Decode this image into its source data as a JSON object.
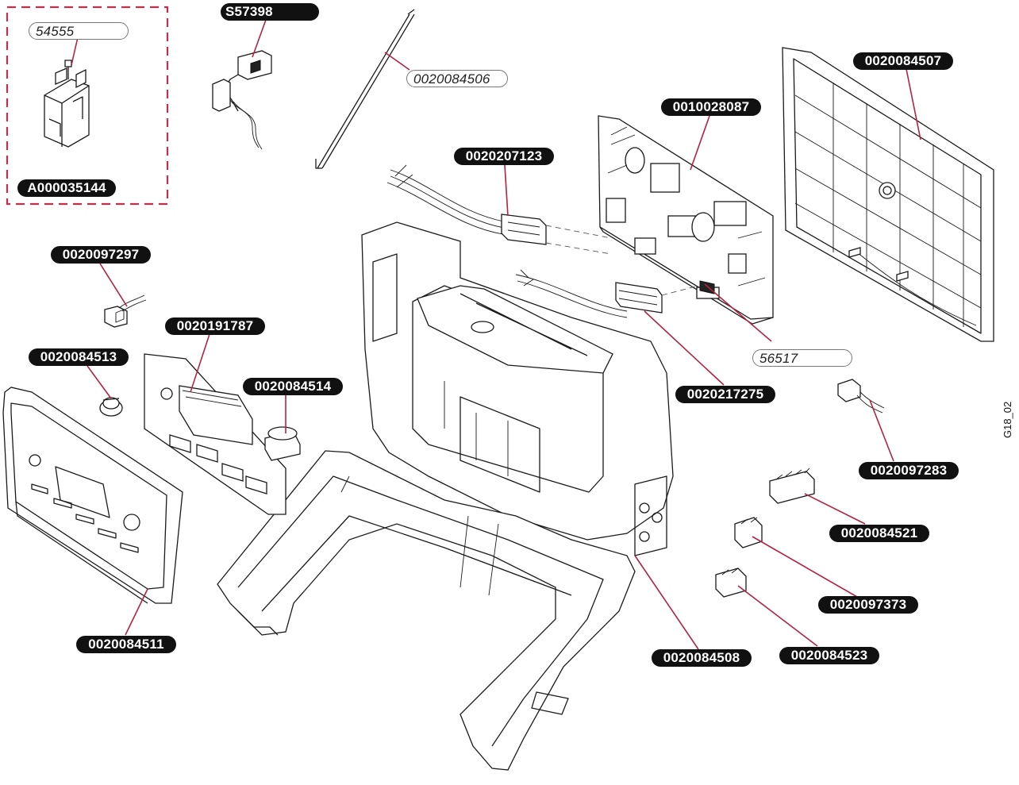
{
  "labels": [
    {
      "id": "l54555",
      "text": "54555",
      "style": "outline"
    },
    {
      "id": "lA000035144",
      "text": "A000035144",
      "style": "solid"
    },
    {
      "id": "lS57398",
      "text": "S57398",
      "style": "solid"
    },
    {
      "id": "l0020084506",
      "text": "0020084506",
      "style": "outline"
    },
    {
      "id": "l0020084507",
      "text": "0020084507",
      "style": "solid"
    },
    {
      "id": "l0010028087",
      "text": "0010028087",
      "style": "solid"
    },
    {
      "id": "l0020207123",
      "text": "0020207123",
      "style": "solid"
    },
    {
      "id": "l0020097297",
      "text": "0020097297",
      "style": "solid"
    },
    {
      "id": "l0020191787",
      "text": "0020191787",
      "style": "solid"
    },
    {
      "id": "l0020084513",
      "text": "0020084513",
      "style": "solid"
    },
    {
      "id": "l0020084514",
      "text": "0020084514",
      "style": "solid"
    },
    {
      "id": "l56517",
      "text": "56517",
      "style": "outline"
    },
    {
      "id": "l0020217275",
      "text": "0020217275",
      "style": "solid"
    },
    {
      "id": "l0020097283",
      "text": "0020097283",
      "style": "solid"
    },
    {
      "id": "l0020084521",
      "text": "0020084521",
      "style": "solid"
    },
    {
      "id": "l0020097373",
      "text": "0020097373",
      "style": "solid"
    },
    {
      "id": "l0020084511",
      "text": "0020084511",
      "style": "solid"
    },
    {
      "id": "l0020084508",
      "text": "0020084508",
      "style": "solid"
    },
    {
      "id": "l0020084523",
      "text": "0020084523",
      "style": "solid"
    }
  ],
  "drawing_code": "G18_02",
  "colors": {
    "leader": "#b22440",
    "frame": "#c0304a",
    "label_fill": "#111111",
    "label_text": "#ffffff"
  }
}
